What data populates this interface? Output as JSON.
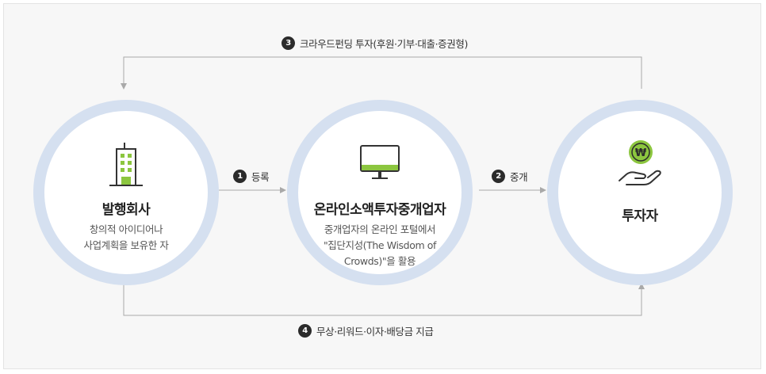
{
  "nodes": {
    "issuer": {
      "title": "발행회사",
      "desc_line1": "창의적 아이디어나",
      "desc_line2": "사업계획을 보유한 자"
    },
    "platform": {
      "title": "온라인소액투자중개업자",
      "desc_line1": "중개업자의 온라인 포털에서",
      "desc_line2": "\"집단지성(The Wisdom of",
      "desc_line3": "Crowds)\"을 활용"
    },
    "investor": {
      "title": "투자자"
    }
  },
  "flows": {
    "register": {
      "num": "1",
      "label": "등록"
    },
    "broker": {
      "num": "2",
      "label": "중개"
    },
    "invest": {
      "num": "3",
      "label": "크라우드펀딩 투자(후원·기부·대출·증권형)"
    },
    "return": {
      "num": "4",
      "label": "무상·리워드·이자·배당금 지급"
    }
  },
  "icons": {
    "currency_symbol": "₩"
  },
  "colors": {
    "accent_green": "#8cc63f",
    "ring_blue": "#d5e0f0",
    "line_gray": "#a9a9a9",
    "badge_dark": "#2b2b2b"
  }
}
